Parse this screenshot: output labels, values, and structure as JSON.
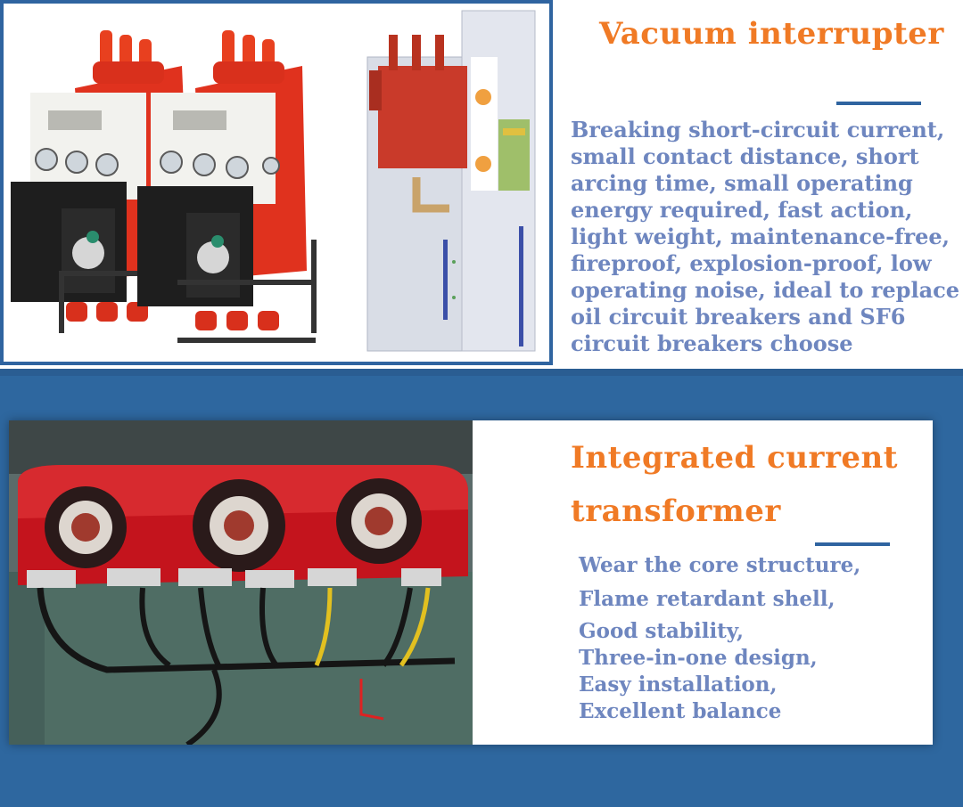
{
  "vacuum": {
    "title": "Vacuum interrupter",
    "lines": [
      "Breaking short-circuit current,",
      "small contact distance, short",
      "arcing time, small operating",
      "energy required, fast action,",
      "light weight, maintenance-free,",
      "fireproof, explosion-proof, low",
      "operating noise, ideal to replace",
      "oil circuit breakers and SF6",
      "circuit breakers choose"
    ]
  },
  "transformer": {
    "title_line1": "Integrated current",
    "title_line2": "transformer",
    "lines": [
      "Wear the core structure,",
      "Flame retardant shell,",
      "Good stability,",
      "Three-in-one design,",
      "Easy installation,",
      "Excellent balance"
    ]
  },
  "colors": {
    "title": "#f07a25",
    "body_text": "#6e86bf",
    "accent": "#2f64a0",
    "background_blue": "#2e679f"
  }
}
